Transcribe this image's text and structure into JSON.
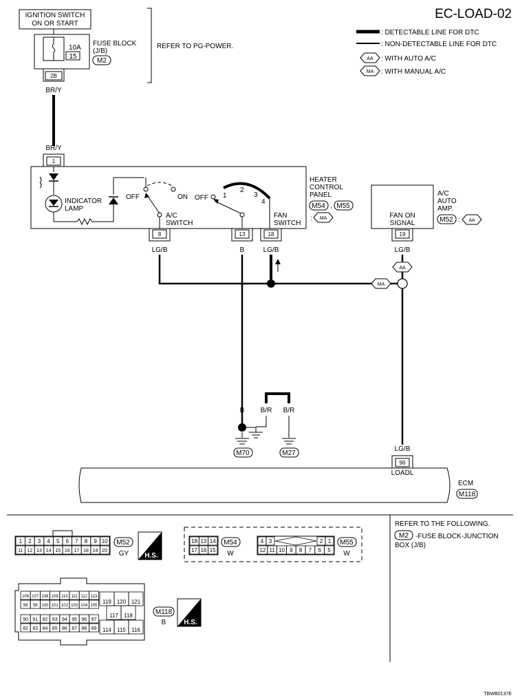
{
  "title": "EC-LOAD-02",
  "legend": {
    "detectable": ": DETECTABLE LINE FOR DTC",
    "non_detectable": ": NON-DETECTABLE LINE FOR DTC",
    "aa_tag": "AA",
    "aa_text": ": WITH AUTO A/C",
    "ma_tag": "MA",
    "ma_text": ": WITH MANUAL A/C"
  },
  "ignition": {
    "line1": "IGNITION SWITCH",
    "line2": "ON OR START"
  },
  "fuse_block": {
    "line1": "FUSE BLOCK",
    "line2": "(J/B)",
    "connector": "M2",
    "amp": "10A",
    "number": "15",
    "pin": "2B",
    "refer": "REFER TO PG-POWER."
  },
  "wires": {
    "bry_top": "BR/Y",
    "bry_bottom": "BR/Y",
    "lgb_8": "LG/B",
    "b_13": "B",
    "lgb_18": "LG/B",
    "lgb_19": "LG/B",
    "b_ground": "B",
    "br_1": "B/R",
    "br_2": "B/R",
    "lgb_96": "LG/B"
  },
  "heater_panel": {
    "pin_1": "1",
    "indicator_1": "INDICATOR",
    "indicator_2": "LAMP",
    "ac_off": "OFF",
    "ac_on": "ON",
    "ac_switch_1": "A/C",
    "ac_switch_2": "SWITCH",
    "fan_off": "OFF",
    "fan_pos": [
      "1",
      "2",
      "3",
      "4"
    ],
    "fan_switch_1": "FAN",
    "fan_switch_2": "SWITCH",
    "pin_8": "8",
    "pin_13": "13",
    "pin_18": "18",
    "label_1": "HEATER",
    "label_2": "CONTROL",
    "label_3": "PANEL",
    "conn_a": "M54",
    "conn_b": "M55",
    "sep": ",",
    "colon": ":",
    "ma": "MA"
  },
  "ac_amp": {
    "label_1": "A/C",
    "label_2": "AUTO",
    "label_3": "AMP.",
    "signal_1": "FAN ON",
    "signal_2": "SIGNAL",
    "connector": "M52",
    "colon": ":",
    "aa": "AA",
    "pin": "19"
  },
  "tags": {
    "aa": "AA",
    "ma": "MA"
  },
  "grounds": {
    "g1": "M70",
    "g2": "M27"
  },
  "ecm": {
    "label": "ECM",
    "connector": "M118",
    "pin": "96",
    "pin_name": "LOADL"
  },
  "connectors": {
    "m52_row1": [
      "1",
      "2",
      "3",
      "4",
      "5",
      "6",
      "7",
      "8",
      "9",
      "10"
    ],
    "m52_row2": [
      "11",
      "12",
      "13",
      "14",
      "15",
      "16",
      "17",
      "18",
      "19",
      "20"
    ],
    "m52_name": "M52",
    "m52_color": "GY",
    "m54_row1": [
      "18",
      "13",
      "14"
    ],
    "m54_row2": [
      "17",
      "16",
      "15"
    ],
    "m54_name": "M54",
    "m54_color": "W",
    "m55_row1": [
      "4",
      "3",
      "2",
      "1"
    ],
    "m55_row2": [
      "12",
      "11",
      "10",
      "9",
      "8",
      "7",
      "6",
      "5"
    ],
    "m55_name": "M55",
    "m55_color": "W",
    "m118_row1": [
      "106",
      "107",
      "108",
      "109",
      "110",
      "111",
      "112",
      "113"
    ],
    "m118_row2": [
      "98",
      "99",
      "100",
      "101",
      "102",
      "103",
      "104",
      "105"
    ],
    "m118_row3": [
      "90",
      "91",
      "92",
      "93",
      "94",
      "95",
      "96",
      "97"
    ],
    "m118_row4": [
      "82",
      "83",
      "84",
      "85",
      "86",
      "87",
      "88",
      "89"
    ],
    "m118_big1": [
      "119",
      "120",
      "121"
    ],
    "m118_big2": [
      "117",
      "118"
    ],
    "m118_big3": [
      "114",
      "115",
      "116"
    ],
    "m118_name": "M118",
    "m118_color": "B",
    "hs": "H.S."
  },
  "refer_box": {
    "line1": "REFER TO THE FOLLOWING.",
    "conn": "M2",
    "line2": "-FUSE BLOCK-JUNCTION",
    "line3": "BOX (J/B)"
  },
  "footer_code": "TBWB0137E"
}
